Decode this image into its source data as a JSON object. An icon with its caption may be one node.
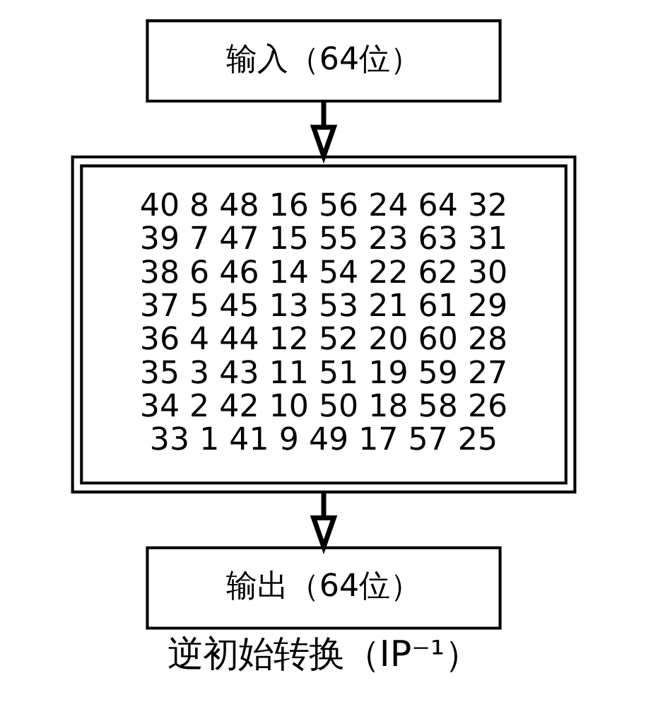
{
  "diagram": {
    "caption": "逆初始转换（IP⁻¹）",
    "nodes": [
      {
        "text": [
          "输入（64位）"
        ]
      },
      {
        "text": [
          "40 8 48 16 56 24 64 32",
          "39 7 47 15 55 23 63 31",
          "38 6 46 14 54 22 62 30",
          "37 5 45 13 53 21 61 29",
          "36 4 44 12 52 20 60 28",
          "35 3 43 11 51 19 59 27",
          "34 2 42 10 50 18 58 26",
          "33 1 41 9 49 17 57 25"
        ]
      },
      {
        "text": [
          "输出（64位）"
        ]
      }
    ],
    "edges": [
      {
        "from": 0,
        "to": 1,
        "arrow": "to"
      },
      {
        "from": 1,
        "to": 2,
        "arrow": "to"
      }
    ]
  }
}
